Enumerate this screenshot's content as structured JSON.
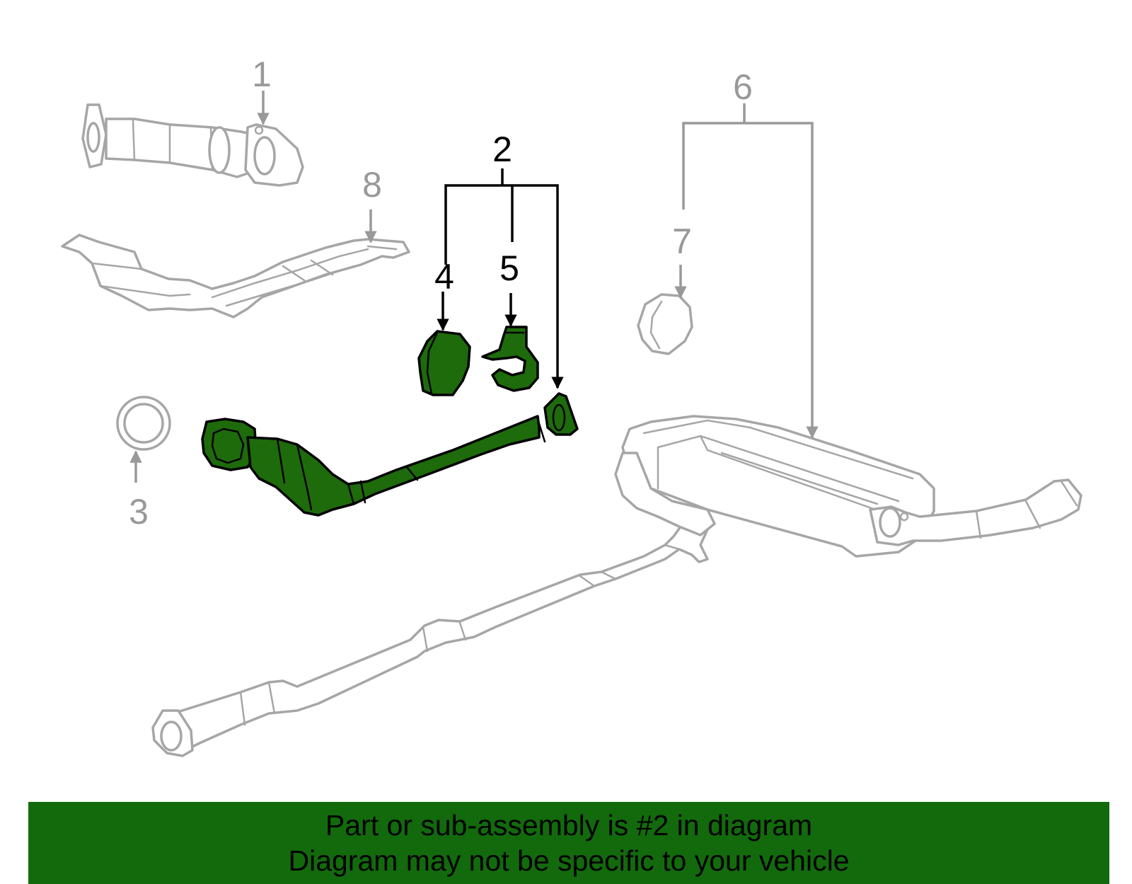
{
  "callouts": {
    "c1": "1",
    "c2": "2",
    "c3": "3",
    "c4": "4",
    "c5": "5",
    "c6": "6",
    "c7": "7",
    "c8": "8"
  },
  "banner": {
    "line1": "Part or sub-assembly is #2 in diagram",
    "line2": "Diagram may not be specific to your vehicle"
  },
  "colors": {
    "highlight": "#1e6b0c",
    "banner": "#126a0c",
    "outline_gray": "#a6a6a6",
    "label_gray": "#999999"
  }
}
